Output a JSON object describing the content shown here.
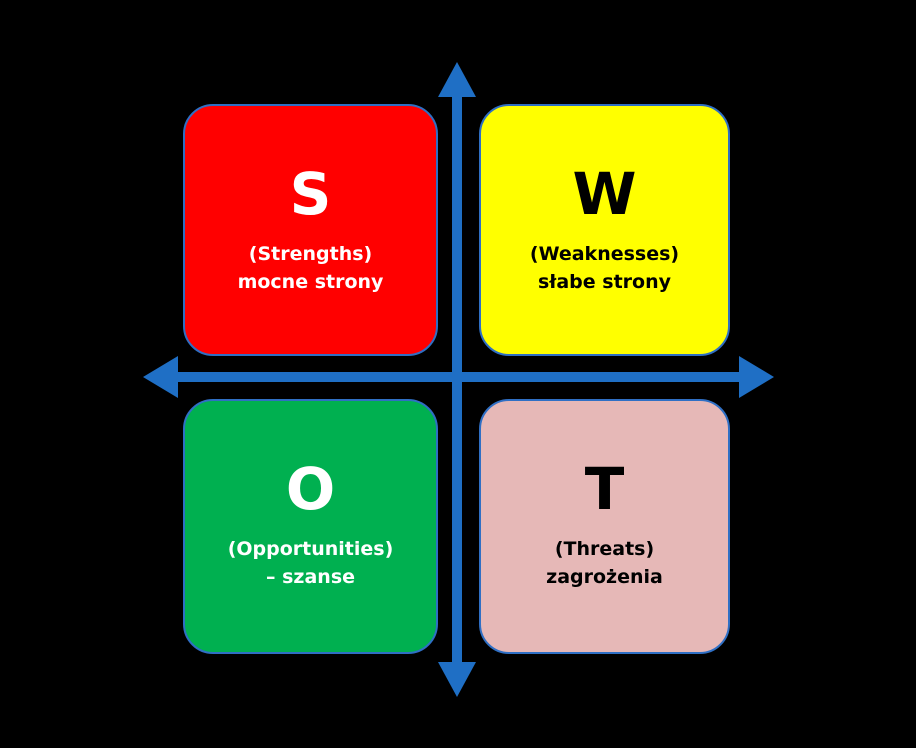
{
  "colors": {
    "strengths": "#ff0000",
    "weaknesses": "#ffff00",
    "opportunities": "#00b050",
    "threats": "#e6b8b7",
    "axis": "#1f6fc5",
    "background": "#000000"
  },
  "quadrants": {
    "strengths": {
      "letter": "S",
      "line1": "(Strengths)",
      "line2": "mocne strony"
    },
    "weaknesses": {
      "letter": "W",
      "line1": "(Weaknesses)",
      "line2": "słabe strony"
    },
    "opportunities": {
      "letter": "O",
      "line1": "(Opportunities)",
      "line2": "– szanse"
    },
    "threats": {
      "letter": "T",
      "line1": "(Threats)",
      "line2": "zagrożenia"
    }
  }
}
